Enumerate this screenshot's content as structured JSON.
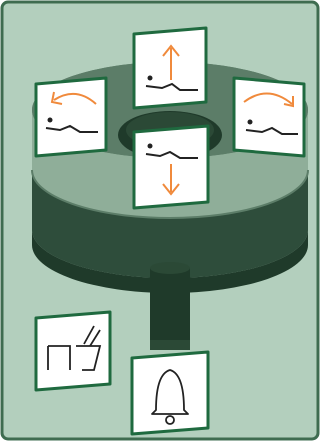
{
  "panel": {
    "background": "#b3cfbd",
    "frame": "#3f6c50",
    "base_dark": "#1f3a2a",
    "base_mid": "#3b5d49",
    "base_light": "#5c7d68",
    "accent": "#f08a3c",
    "button_border": "#1f6a3f",
    "button_fill": "#ffffff"
  },
  "controls": [
    {
      "name": "raise-patient-button",
      "icon": "recline-up-arrow-icon"
    },
    {
      "name": "tilt-back-button",
      "icon": "recline-curved-left-arrow-icon"
    },
    {
      "name": "tilt-forward-button",
      "icon": "recline-curved-right-arrow-icon"
    },
    {
      "name": "lower-patient-button",
      "icon": "recline-down-arrow-icon"
    },
    {
      "name": "rinse-position-button",
      "icon": "spittoon-position-icon"
    },
    {
      "name": "call-bell-button",
      "icon": "bell-icon"
    }
  ]
}
